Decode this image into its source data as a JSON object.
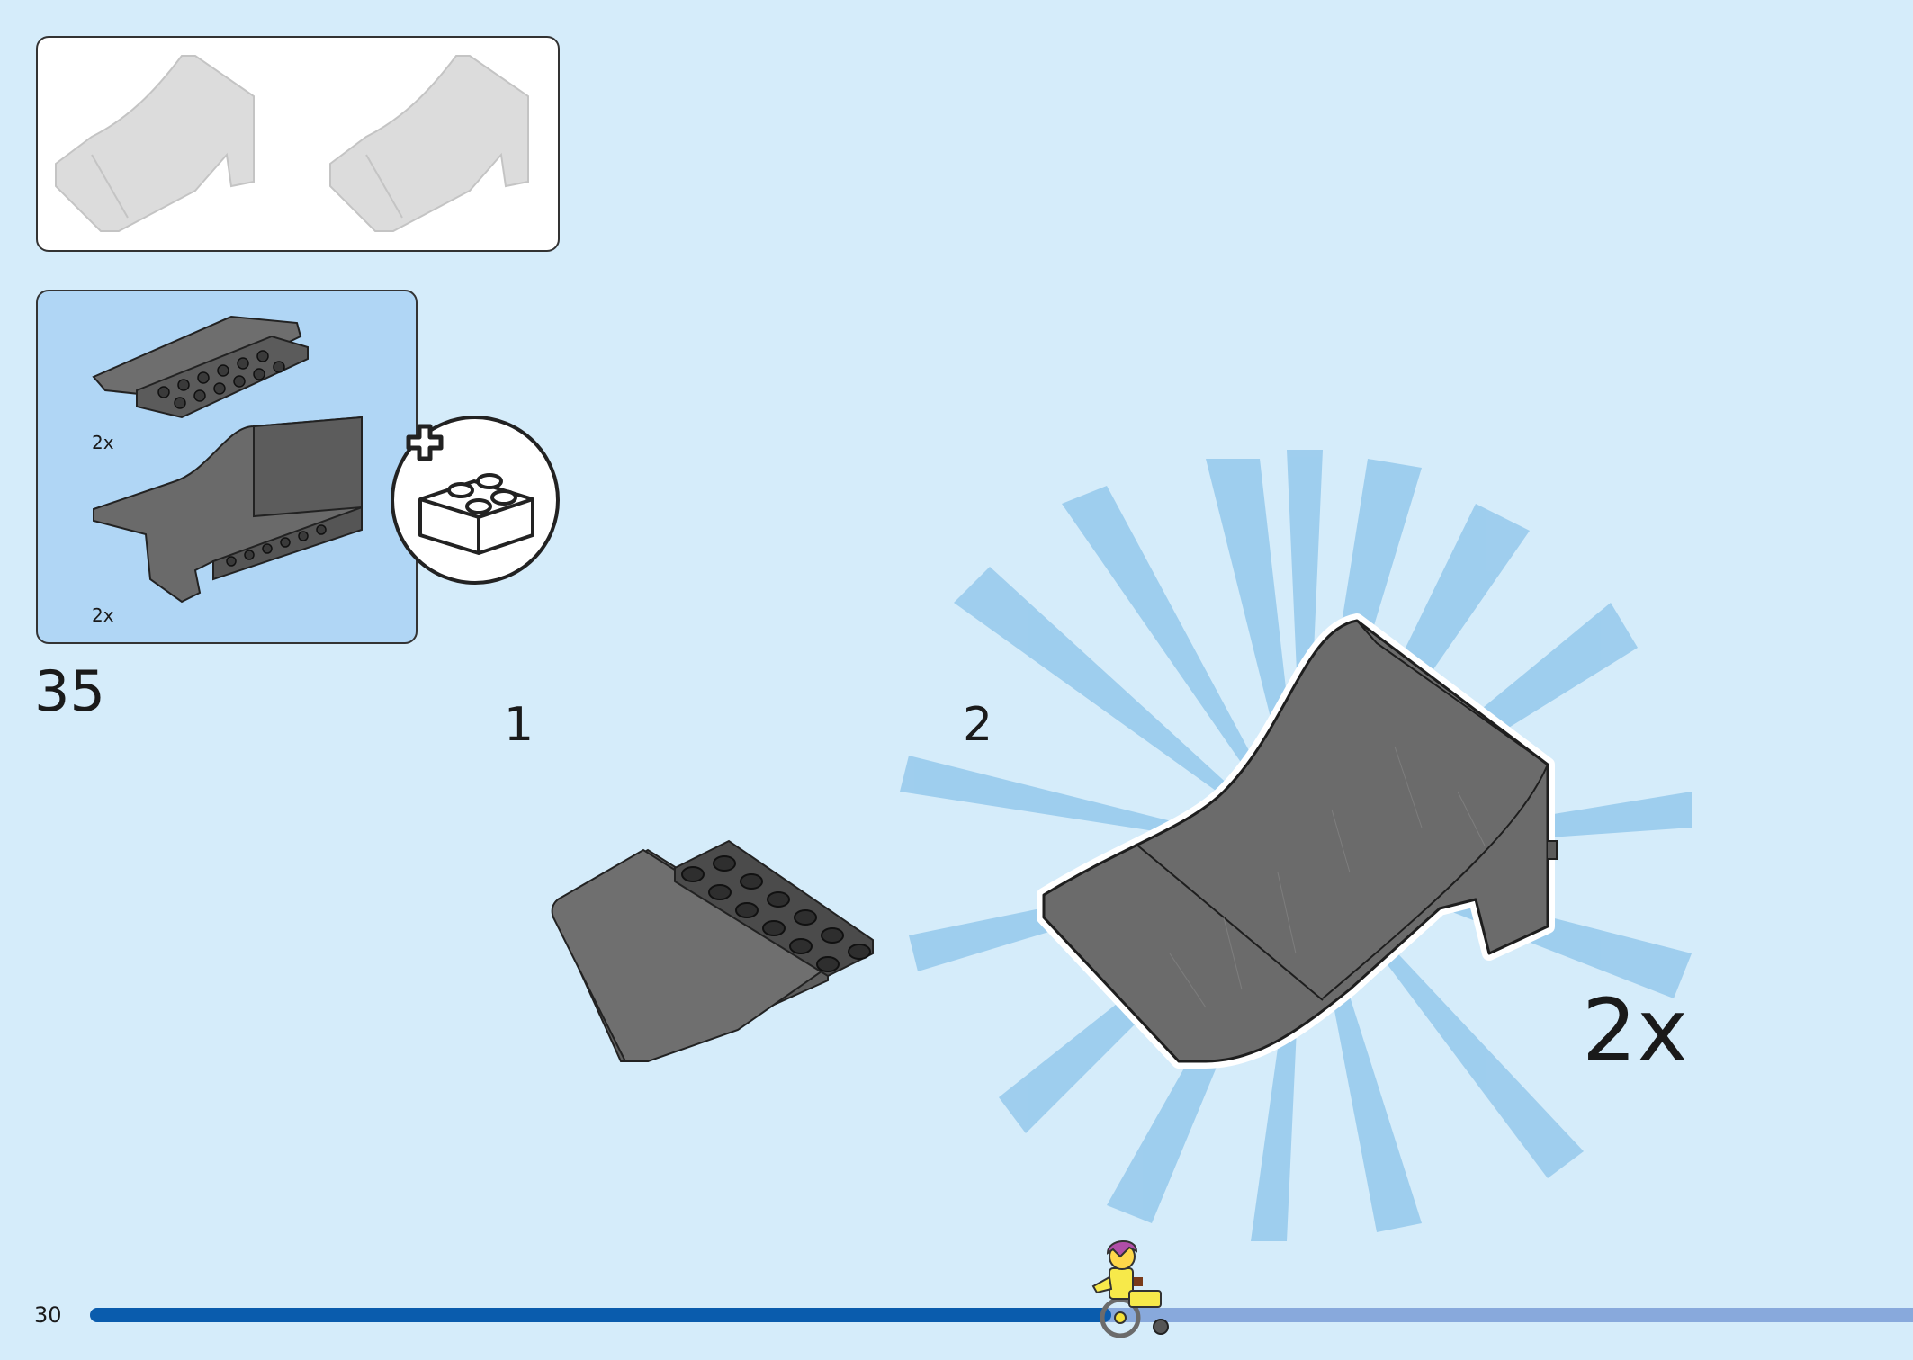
{
  "page": {
    "number": "30",
    "step_number": "35",
    "substeps": [
      "1",
      "2"
    ],
    "multiplier": "2x",
    "progress": 0.56
  },
  "parts_list": {
    "items": [
      {
        "quantity": "2x",
        "part": "dark-gray-ramp-plate-with-studs-icon"
      },
      {
        "quantity": "2x",
        "part": "dark-gray-curved-ramp-icon"
      }
    ]
  },
  "colors": {
    "background": "#d5ecfa",
    "parts_panel": "#b0d6f5",
    "part_gray": "#6b6b6b",
    "progress_fill": "#0a5cad",
    "progress_track": "#88a9dc",
    "burst": "#8cc4ea"
  }
}
